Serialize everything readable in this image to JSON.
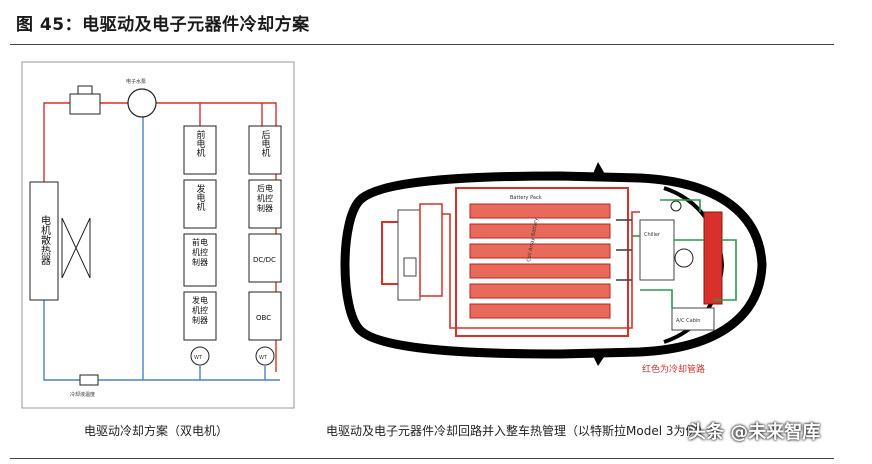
{
  "page": {
    "title": "图 45：电驱动及电子元器件冷却方案",
    "caption_left": "电驱动冷却方案（双电机）",
    "caption_right": "电驱动及电子元器件冷却回路并入整车热管理（以特斯拉Model 3为例）",
    "watermark": "头条 @未来智库"
  },
  "left_diagram": {
    "pump_label": "电子水泵",
    "radiator_label": "电机散热器",
    "bottom_valve_label": "冷却液温度",
    "front_column": [
      "前电机",
      "发电机",
      "前电机控制器",
      "发电机控制器"
    ],
    "rear_column": [
      "后电机",
      "后电机控制器",
      "DC/DC",
      "OBC"
    ],
    "sensor_label": "WT"
  },
  "right_diagram": {
    "battery_label": "Battery Pack",
    "battery_inner_label": "Cell Array Battery",
    "chiller_label": "Chiller",
    "cabin_label": "A/C Cabin",
    "legend_red": "红色为冷却管路"
  }
}
